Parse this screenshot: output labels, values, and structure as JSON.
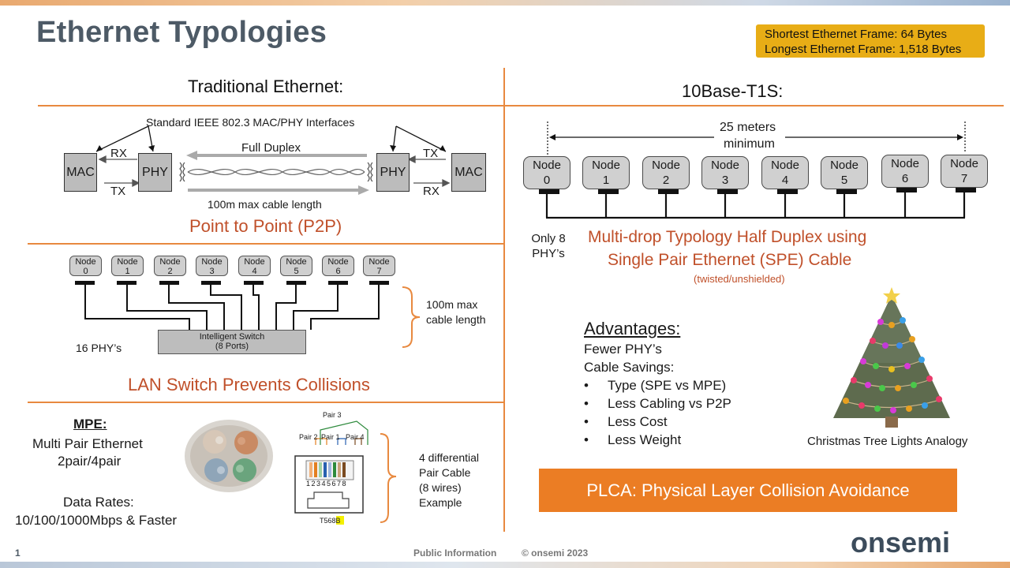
{
  "title": "Ethernet Typologies",
  "frame_info": {
    "line1": "Shortest Ethernet Frame: 64 Bytes",
    "line2": "Longest Ethernet Frame: 1,518 Bytes"
  },
  "traditional": {
    "heading": "Traditional Ethernet:",
    "p2p": {
      "interfaces_label": "Standard IEEE 802.3 MAC/PHY Interfaces",
      "mac_left": "MAC",
      "phy_left": "PHY",
      "phy_right": "PHY",
      "mac_right": "MAC",
      "rx_left": "RX",
      "tx_left": "TX",
      "tx_right": "TX",
      "rx_right": "RX",
      "full_duplex": "Full Duplex",
      "cable_length": "100m max cable length",
      "caption": "Point to Point (P2P)"
    },
    "switch": {
      "nodes": [
        {
          "name": "Node",
          "num": "0"
        },
        {
          "name": "Node",
          "num": "1"
        },
        {
          "name": "Node",
          "num": "2"
        },
        {
          "name": "Node",
          "num": "3"
        },
        {
          "name": "Node",
          "num": "4"
        },
        {
          "name": "Node",
          "num": "5"
        },
        {
          "name": "Node",
          "num": "6"
        },
        {
          "name": "Node",
          "num": "7"
        }
      ],
      "switch_label": "Intelligent Switch",
      "switch_ports": "(8 Ports)",
      "phy_count": "16 PHY’s",
      "cable_note_1": "100m max",
      "cable_note_2": "cable length",
      "caption": "LAN Switch Prevents Collisions"
    },
    "mpe": {
      "heading": "MPE:",
      "line1": "Multi Pair Ethernet",
      "line2": "2pair/4pair",
      "rates_label": "Data Rates:",
      "rates_value": "10/100/1000Mbps & Faster",
      "pair3": "Pair 3",
      "pair2": "Pair 2",
      "pair1": "Pair 1",
      "pair4": "Pair 4",
      "pins": "1 2 3 4 5 6 7 8",
      "standard": "T568B",
      "diff_1": "4 differential",
      "diff_2": "Pair Cable",
      "diff_3": "(8 wires)",
      "diff_4": "Example"
    }
  },
  "t1s": {
    "heading": "10Base-T1S:",
    "distance_1": "25 meters",
    "distance_2": "minimum",
    "nodes": [
      {
        "name": "Node",
        "num": "0"
      },
      {
        "name": "Node",
        "num": "1"
      },
      {
        "name": "Node",
        "num": "2"
      },
      {
        "name": "Node",
        "num": "3"
      },
      {
        "name": "Node",
        "num": "4"
      },
      {
        "name": "Node",
        "num": "5"
      },
      {
        "name": "Node",
        "num": "6"
      },
      {
        "name": "Node",
        "num": "7"
      }
    ],
    "phy_note_1": "Only 8",
    "phy_note_2": "PHY’s",
    "caption_1": "Multi-drop Typology Half Duplex using",
    "caption_2": "Single Pair Ethernet (SPE) Cable",
    "caption_sub": "(twisted/unshielded)",
    "advantages": {
      "heading": "Advantages:",
      "line1": "Fewer PHY’s",
      "line2": "Cable Savings:",
      "items": [
        "Type (SPE vs MPE)",
        "Less Cabling vs P2P",
        "Less Cost",
        "Less Weight"
      ]
    },
    "tree_caption": "Christmas Tree Lights Analogy",
    "plca": "PLCA: Physical Layer Collision Avoidance"
  },
  "footer": {
    "page": "1",
    "classification": "Public Information",
    "copyright": "© onsemi 2023",
    "logo": "onsemi"
  },
  "colors": {
    "accent_orange": "#eb7d24",
    "caption_red": "#c0502a",
    "title_slate": "#4d5a66",
    "frame_box": "#e8ad16"
  }
}
